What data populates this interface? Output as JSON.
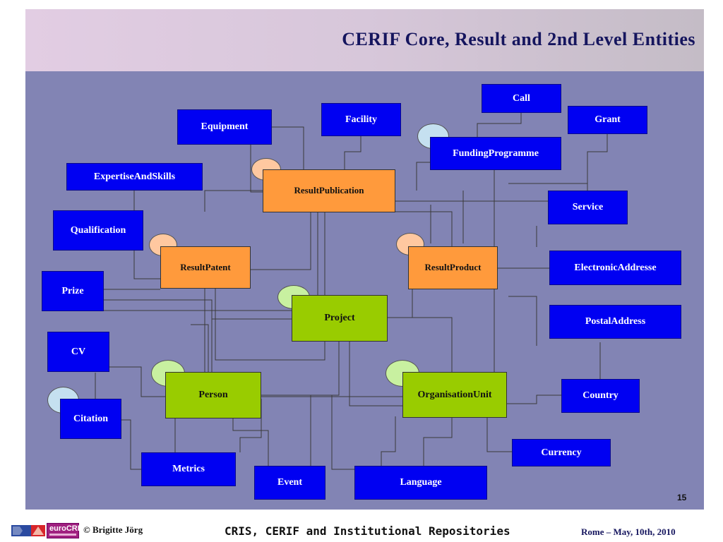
{
  "header": {
    "title": "CERIF Core, Result and 2nd Level Entities"
  },
  "entities": {
    "call": "Call",
    "facility": "Facility",
    "grant": "Grant",
    "equipment": "Equipment",
    "funding_programme": "FundingProgramme",
    "expertise_and_skills": "ExpertiseAndSkills",
    "result_publication": "ResultPublication",
    "service": "Service",
    "qualification": "Qualification",
    "result_patent": "ResultPatent",
    "result_product": "ResultProduct",
    "electronic_addresse": "ElectronicAddresse",
    "prize": "Prize",
    "project": "Project",
    "postal_address": "PostalAddress",
    "cv": "CV",
    "person": "Person",
    "organisation_unit": "OrganisationUnit",
    "country": "Country",
    "citation": "Citation",
    "currency": "Currency",
    "metrics": "Metrics",
    "event": "Event",
    "language": "Language"
  },
  "slide_number": "15",
  "footer": {
    "copyright": "© Brigitte Jörg",
    "center": "CRIS, CERIF and Institutional Repositories",
    "right": "Rome – May, 10th, 2010",
    "logo_text": "euroCRIS"
  },
  "colors": {
    "panel": "#8284b4",
    "second_level": "#0000f2",
    "result": "#ff9a3c",
    "core": "#99cc00",
    "title": "#15155e"
  }
}
